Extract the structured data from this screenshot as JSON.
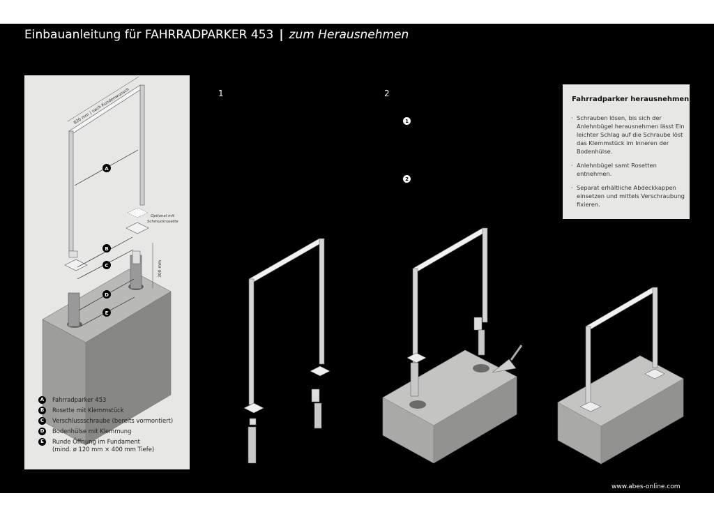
{
  "header": {
    "title": "Einbauanleitung für FAHRRADPARKER 453",
    "separator": "|",
    "subtitle": "zum Herausnehmen"
  },
  "left_panel": {
    "dimension_width": "820 mm | nach Kundenwunsch",
    "dimension_depth": "300 mm",
    "optional_note_line1": "Optional mit",
    "optional_note_line2": "Schmuckrosette",
    "callouts": [
      "A",
      "B",
      "C",
      "D",
      "E"
    ]
  },
  "legend": [
    {
      "letter": "A",
      "text": "Fahrradparker 453"
    },
    {
      "letter": "B",
      "text": "Rosette mit Klemmstück"
    },
    {
      "letter": "C",
      "text": "Verschlussschraube (bereits vormontiert)"
    },
    {
      "letter": "D",
      "text": "Bodenhülse mit Klemmung"
    },
    {
      "letter": "E",
      "text": "Runde Öffnung im Fundament",
      "text2": "(mind. ø 120 mm × 400 mm Tiefe)"
    }
  ],
  "steps": {
    "step1": "1",
    "step2": "2",
    "sub1": "1",
    "sub2": "2"
  },
  "info_box": {
    "title": "Fahrradparker herausnehmen",
    "items": [
      {
        "bullet": "·",
        "text": "Schrauben lösen, bis sich der Anlehnbügel herausnehmen lässt Ein leichter Schlag auf die Schraube löst das Klemmstück im Inneren der Bodenhülse."
      },
      {
        "bullet": "·",
        "text": "Anlehnbügel samt Rosetten entnehmen."
      },
      {
        "bullet": "·",
        "text": "Separat erhältliche Abdeckkappen einsetzen und mittels Verschraubung fixieren."
      }
    ]
  },
  "footer": {
    "website": "www.abes-online.com"
  },
  "colors": {
    "background": "#000000",
    "panel": "#e7e7e6",
    "text_light": "#ffffff"
  }
}
